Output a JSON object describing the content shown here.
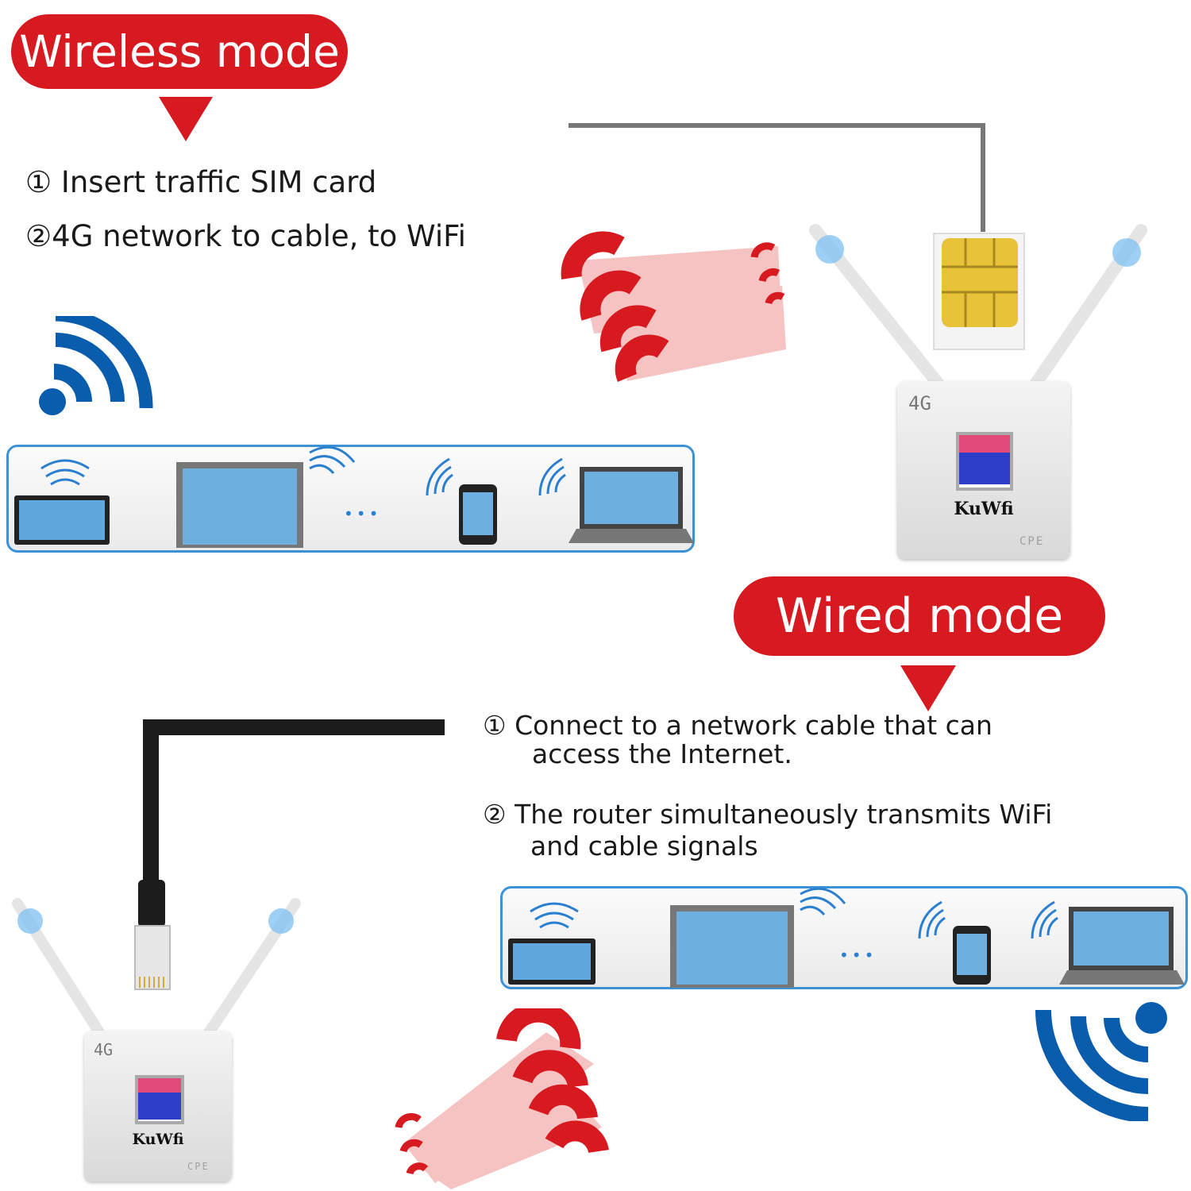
{
  "colors": {
    "accent_red": "#d71920",
    "wifi_blue": "#0a5cad",
    "frame_blue": "#3d92d6"
  },
  "wireless": {
    "title": "Wireless mode",
    "steps": [
      "① Insert traffic SIM card",
      "②4G network to cable, to WiFi"
    ]
  },
  "wired": {
    "title": "Wired mode",
    "steps": [
      {
        "lines": [
          "① Connect to a network cable that can",
          "access the Internet."
        ]
      },
      {
        "lines": [
          "② The router simultaneously transmits WiFi",
          "and cable signals"
        ]
      }
    ]
  },
  "router": {
    "band": "4G",
    "brand": "KuWfi",
    "model": "CPE"
  },
  "devices": {
    "ellipsis": "•••"
  },
  "icons": [
    "wifi-icon",
    "tablet-icon",
    "monitor-icon",
    "phone-icon",
    "laptop-icon",
    "sim-card-icon",
    "ethernet-plug-icon",
    "signal-beam-icon"
  ]
}
